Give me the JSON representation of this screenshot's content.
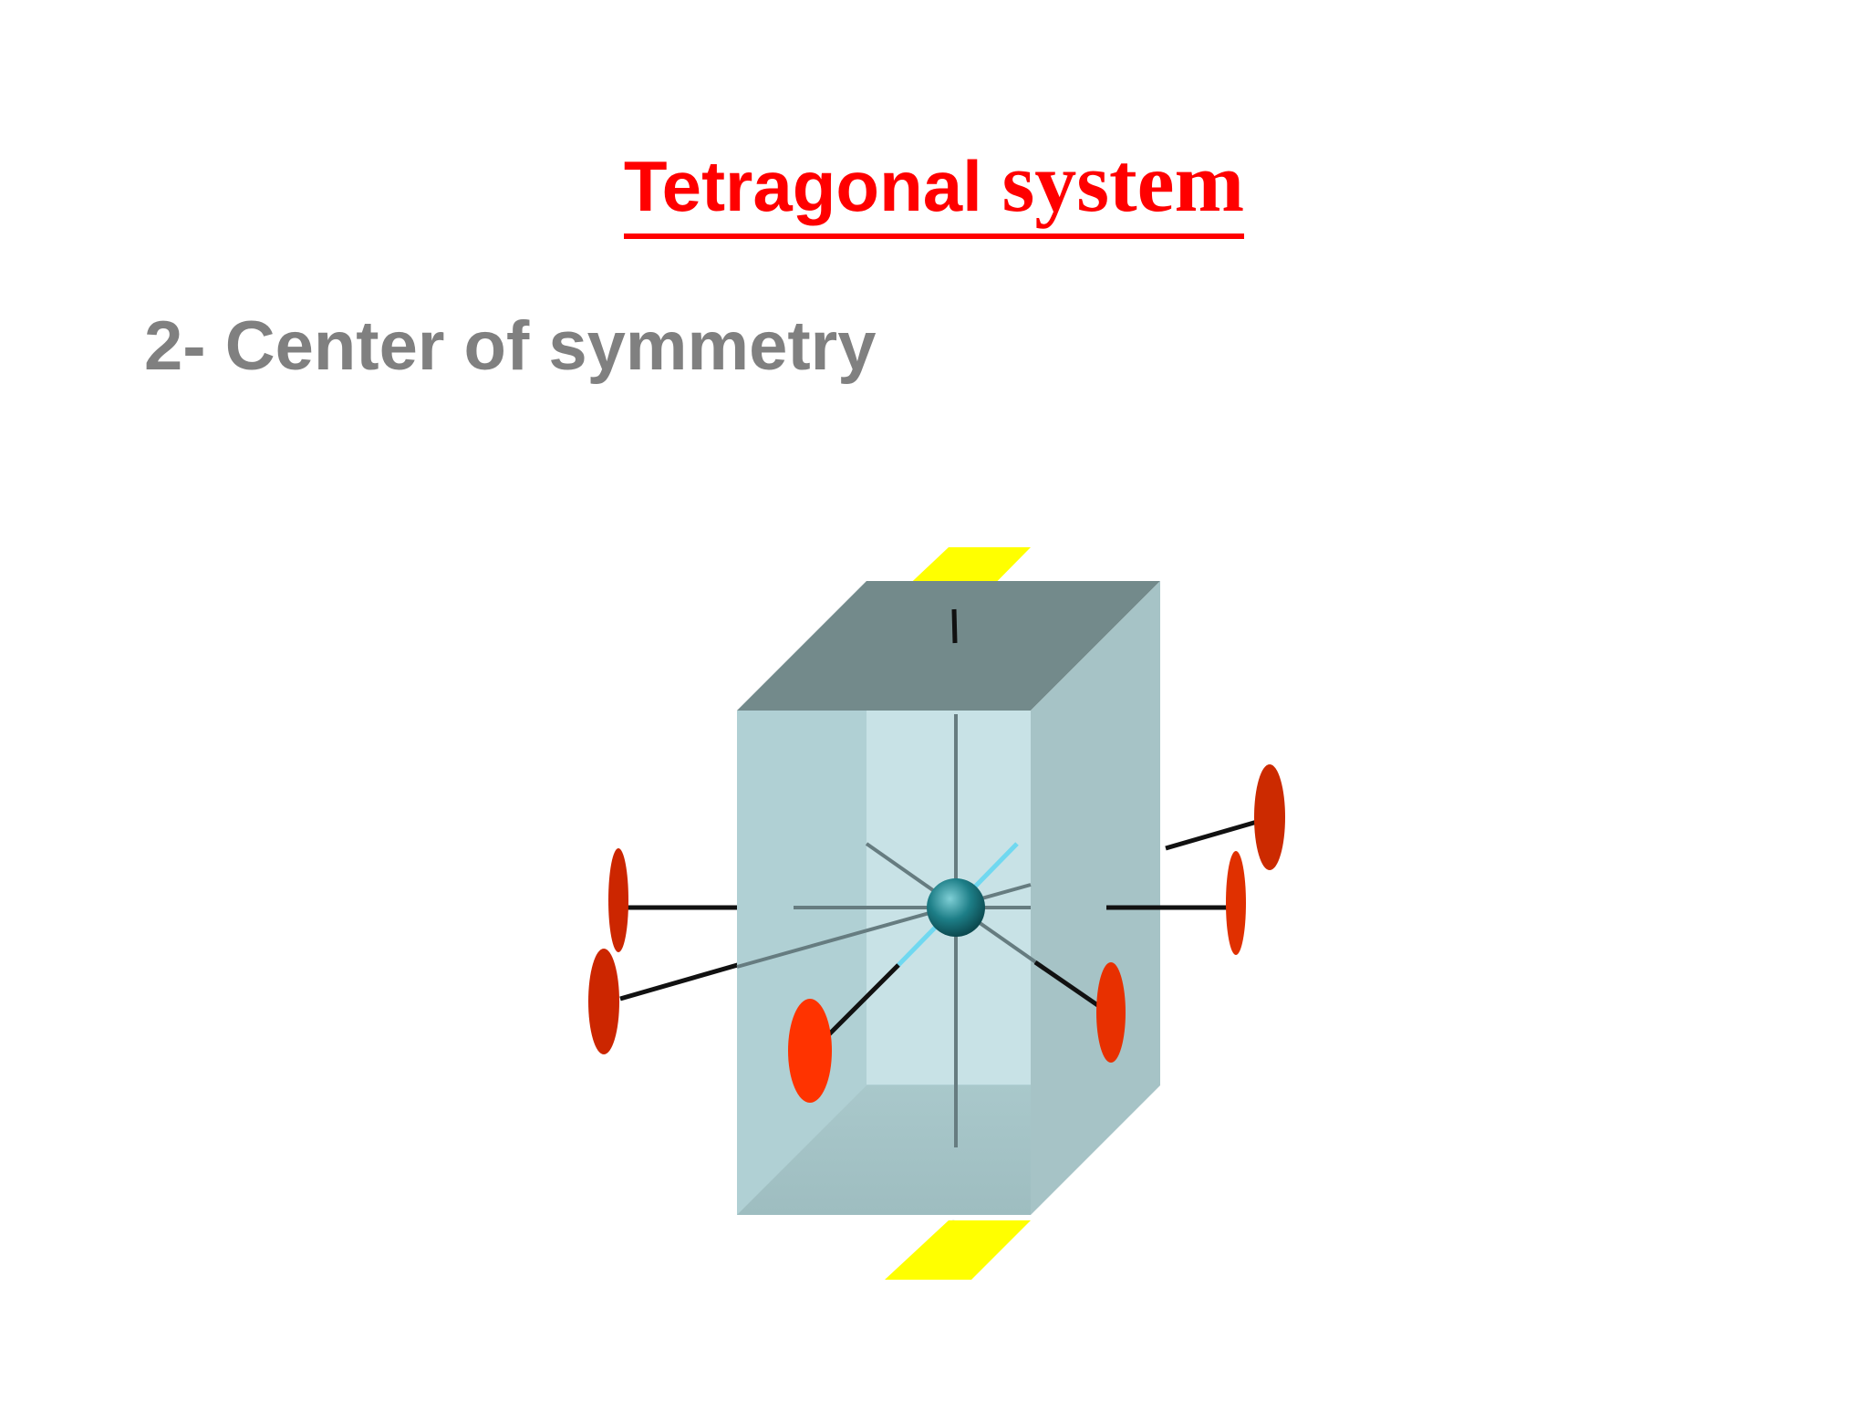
{
  "slide": {
    "title_part_1": "Tetragonal ",
    "title_part_2": "system",
    "subtitle": "2- Center of symmetry"
  },
  "colors": {
    "title": "#ff0000",
    "subtitle": "#808080",
    "prism_front": "#b0d0d4",
    "prism_top": "#738a8b",
    "prism_side": "#a6c3c6",
    "inner_face": "#c8e2e6",
    "pinacoid_face": "#ffff00",
    "prism_face_marker": "#e03000",
    "center_sphere": "#1d7e87",
    "axis_highlight": "#70d8f0"
  }
}
